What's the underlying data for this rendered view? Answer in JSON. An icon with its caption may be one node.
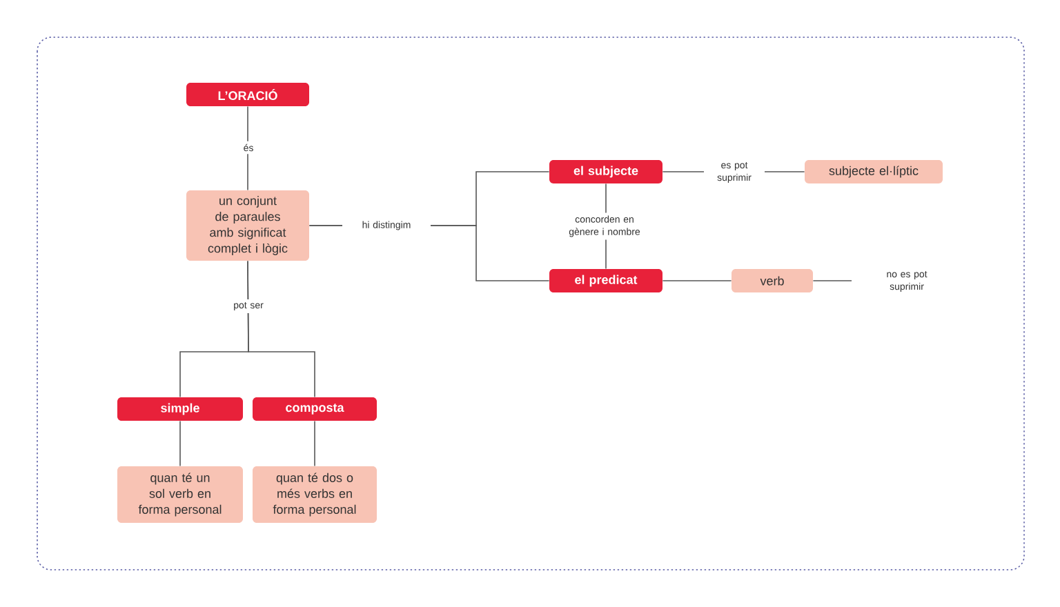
{
  "diagram": {
    "nodes": [
      {
        "text": [
          "L’ORACIÓ"
        ]
      },
      {
        "text": [
          "un conjunt de paraules amb significat complet i lògic"
        ]
      },
      {
        "text": [
          "el subjecte"
        ]
      },
      {
        "text": [
          "subjecte el·líptic"
        ]
      },
      {
        "text": [
          "el predicat"
        ]
      },
      {
        "text": [
          "verb"
        ]
      },
      {
        "text": [
          "simple"
        ]
      },
      {
        "text": [
          "composta"
        ]
      },
      {
        "text": [
          "quan té un sol verb en forma personal"
        ]
      },
      {
        "text": [
          "quan té dos o més verbs en forma personal"
        ]
      }
    ],
    "edges": [
      {
        "from": 0,
        "to": 1,
        "arrow": "none",
        "label": "és"
      },
      {
        "from": 1,
        "to": 2,
        "arrow": "none",
        "label": "hi distingim"
      },
      {
        "from": 1,
        "to": 4,
        "arrow": "none"
      },
      {
        "from": 2,
        "to": 3,
        "arrow": "none",
        "label": "es pot suprimir"
      },
      {
        "from": 2,
        "to": 4,
        "arrow": "none",
        "label": "concorden en gènere i nombre"
      },
      {
        "from": 4,
        "to": 5,
        "arrow": "none"
      },
      {
        "from": 5,
        "to": null,
        "arrow": "none",
        "label": "no es pot suprimir"
      },
      {
        "from": 1,
        "to": 6,
        "arrow": "none",
        "label": "pot ser"
      },
      {
        "from": 1,
        "to": 7,
        "arrow": "none"
      },
      {
        "from": 6,
        "to": 8,
        "arrow": "none"
      },
      {
        "from": 7,
        "to": 9,
        "arrow": "none"
      }
    ]
  }
}
